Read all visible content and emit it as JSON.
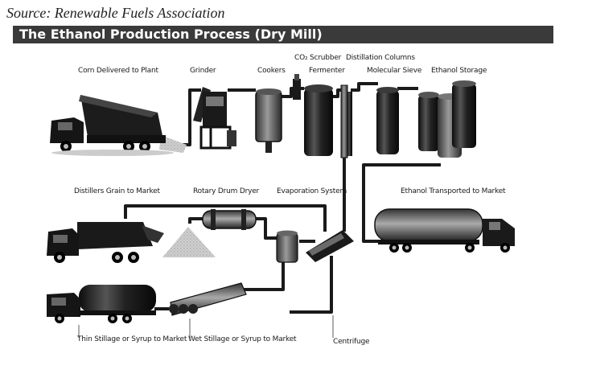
{
  "source": "Source: Renewable Fuels Association",
  "title": "The Ethanol Production Process (Dry Mill)",
  "labels": {
    "corn": "Corn Delivered to Plant",
    "grinder": "Grinder",
    "cookers": "Cookers",
    "scrubber": "CO₂ Scrubber",
    "fermenter": "Fermenter",
    "distillation": "Distillation Columns",
    "sieve": "Molecular Sieve",
    "storage": "Ethanol Storage",
    "grain": "Distillers Grain to Market",
    "dryer": "Rotary Drum Dryer",
    "evaporation": "Evaporation System",
    "transported": "Ethanol Transported to Market",
    "thin": "Thin Stillage or Syrup to Market",
    "wet": "Wet Stillage or Syrup to Market",
    "centrifuge": "Centrifuge"
  }
}
